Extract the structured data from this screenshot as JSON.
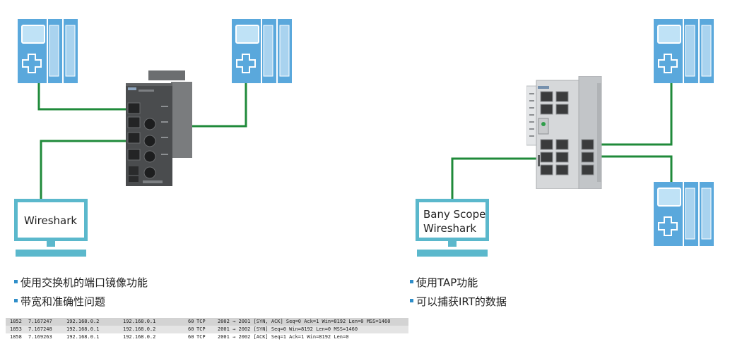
{
  "left_scenario": {
    "monitor_labels": [
      "Wireshark"
    ],
    "bullets": [
      "使用交换机的端口镜像功能",
      "带宽和准确性问题"
    ]
  },
  "right_scenario": {
    "monitor_labels": [
      "Bany Scope",
      "Wireshark"
    ],
    "bullets": [
      "使用TAP功能",
      "可以捕获IRT的数据"
    ]
  },
  "capture_rows": [
    {
      "no": "1852",
      "time": "7.167247",
      "src": "192.168.0.2",
      "dst": "192.168.0.1",
      "len": "60",
      "proto": "TCP",
      "info": "2002 → 2001 [SYN, ACK] Seq=0 Ack=1 Win=8192 Len=0 MSS=1460"
    },
    {
      "no": "1853",
      "time": "7.167248",
      "src": "192.168.0.1",
      "dst": "192.168.0.2",
      "len": "60",
      "proto": "TCP",
      "info": "2001 → 2002 [SYN] Seq=0 Win=8192 Len=0 MSS=1460"
    },
    {
      "no": "1858",
      "time": "7.169263",
      "src": "192.168.0.1",
      "dst": "192.168.0.2",
      "len": "60",
      "proto": "TCP",
      "info": "2001 → 2002 [ACK] Seq=1 Ack=1 Win=8192 Len=0"
    }
  ],
  "colors": {
    "cable": "#1f8a3a",
    "device_blue": "#5aa8dc",
    "monitor": "#5bb8cc",
    "switch_dark": "#4a4c4e",
    "switch_light": "#d6d8da",
    "bullet": "#2f8ec9"
  },
  "icons": [
    "plc-icon",
    "managed-switch-icon",
    "compact-switch-icon",
    "monitor-icon"
  ]
}
